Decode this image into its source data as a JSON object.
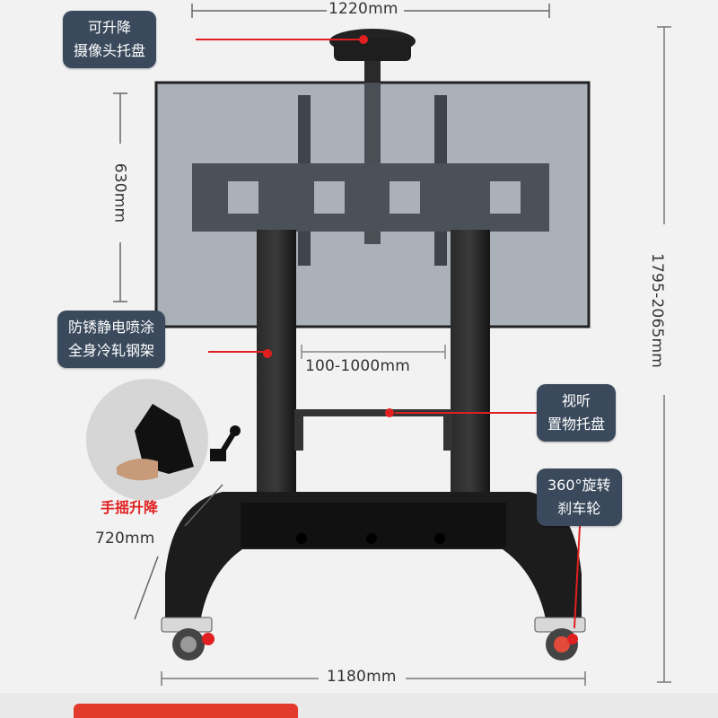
{
  "dimensions": {
    "top_width": "1220mm",
    "screen_height": "630mm",
    "total_height": "1795-2065mm",
    "vesa_range": "100-1000mm",
    "base_depth": "720mm",
    "base_width": "1180mm"
  },
  "callouts": {
    "camera_tray": [
      "可升降",
      "摄像头托盘"
    ],
    "frame": [
      "防锈静电喷涂",
      "全身冷轧钢架"
    ],
    "av_tray": [
      "视听",
      "置物托盘"
    ],
    "wheels": [
      "360°旋转",
      "刹车轮"
    ]
  },
  "hand_crank_label": "手摇升降",
  "colors": {
    "background": "#f2f2f2",
    "callout_bg": "#3a4a5c",
    "accent_red": "#e02020",
    "frame_black": "#1c1c1c",
    "screen_grey": "#aab1b8"
  }
}
